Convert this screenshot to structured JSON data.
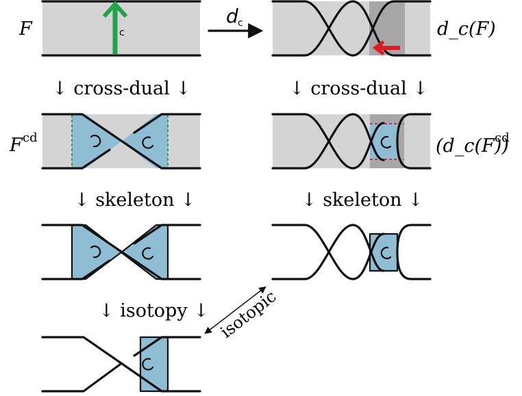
{
  "labels": {
    "F": "F",
    "F_cd_base": "F",
    "F_cd_sup": "cd",
    "dcF": "d_c(F)",
    "dcF_cd_base": "(d_c(F))",
    "dcF_cd_sup": "cd",
    "d_c_arrow": "d",
    "d_c_arrow_sub": "c",
    "c_mark": "c"
  },
  "steps": {
    "cross_dual_left": "↓ cross-dual ↓",
    "cross_dual_right": "↓ cross-dual ↓",
    "skeleton_left": "↓ skeleton ↓",
    "skeleton_right": "↓ skeleton ↓",
    "isotopy": "↓ isotopy ↓",
    "isotopic": "isotopic"
  },
  "colors": {
    "surface_grey": "#d4d4d4",
    "dark_grey": "#a7a7a7",
    "blue": "#8fbdd3",
    "green": "#22a24a",
    "red": "#e01b24"
  }
}
